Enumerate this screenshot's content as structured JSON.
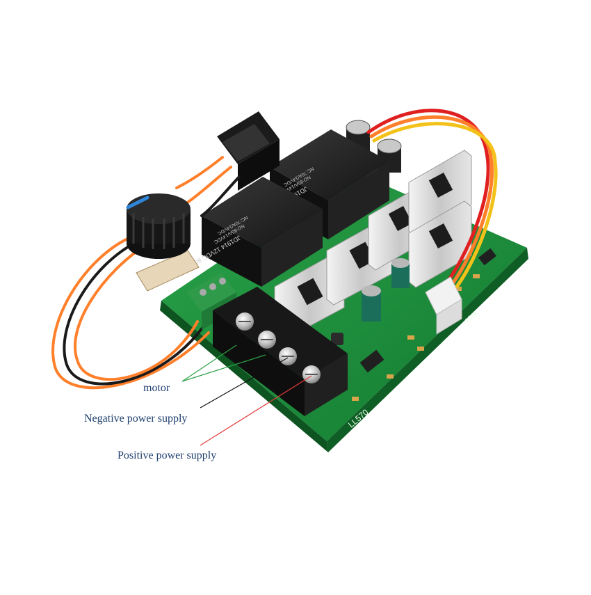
{
  "callouts": {
    "motor": "motor",
    "negative_supply": "Negative power supply",
    "positive_supply": "Positive power supply"
  },
  "relays": [
    {
      "model": "JD1914 12VDC 80A",
      "spec1": "NO:80A/14VDC",
      "spec2": "NC:70A/14VDC"
    },
    {
      "model": "JD1914 12VDC 80A",
      "spec1": "NO:80A/14VDC",
      "spec2": "NC:70A/14VDC"
    }
  ],
  "board_marks": {
    "bottom_edge": "LL570",
    "connector_mark": "100k"
  },
  "colors": {
    "pcb_green": "#1e8a3c",
    "relay_black": "#1a1a1a",
    "heatsink_silver": "#d5d5d5",
    "wire_orange": "#ff7f2a",
    "wire_red": "#e02020",
    "wire_yellow": "#f2c21a",
    "callout_green_line": "#2fa24a",
    "callout_black_line": "#111111",
    "callout_red_line": "#e23a3a",
    "text_blue": "#1f3f6e"
  },
  "icons": [
    "potentiometer-knob-icon",
    "rocker-switch-icon",
    "terminal-block-icon"
  ]
}
